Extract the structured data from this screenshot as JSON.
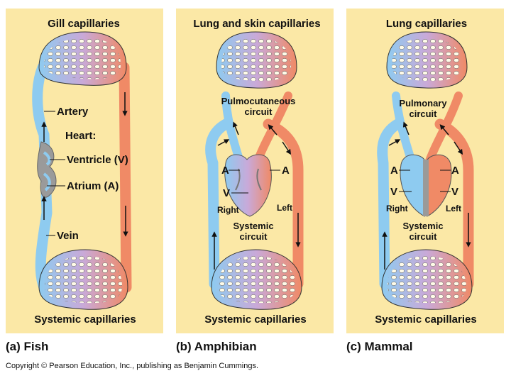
{
  "colors": {
    "panel_bg": "#fbe8a6",
    "oxygen_poor": "#8ecbf0",
    "oxygen_rich": "#f08a66",
    "mixed": "#c9a9d8",
    "heart_gray": "#9a9a9a",
    "capillary_hole": "#fffbe8"
  },
  "panels": [
    {
      "caption": "(a) Fish",
      "top_label": "Gill capillaries",
      "bottom_label": "Systemic capillaries",
      "labels": {
        "artery": "Artery",
        "heart": "Heart:",
        "ventricle": "Ventricle (V)",
        "atrium": "Atrium (A)",
        "vein": "Vein"
      }
    },
    {
      "caption": "(b) Amphibian",
      "top_label": "Lung and skin capillaries",
      "bottom_label": "Systemic capillaries",
      "labels": {
        "circuit_top_1": "Pulmocutaneous",
        "circuit_top_2": "circuit",
        "a_left": "A",
        "a_right": "A",
        "v": "V",
        "right": "Right",
        "left": "Left",
        "systemic_1": "Systemic",
        "systemic_2": "circuit"
      }
    },
    {
      "caption": "(c) Mammal",
      "top_label": "Lung capillaries",
      "bottom_label": "Systemic capillaries",
      "labels": {
        "circuit_top_1": "Pulmonary",
        "circuit_top_2": "circuit",
        "a_left": "A",
        "a_right": "A",
        "v_left": "V",
        "v_right": "V",
        "right": "Right",
        "left": "Left",
        "systemic_1": "Systemic",
        "systemic_2": "circuit"
      }
    }
  ],
  "copyright": "Copyright © Pearson Education, Inc., publishing as Benjamin Cummings."
}
